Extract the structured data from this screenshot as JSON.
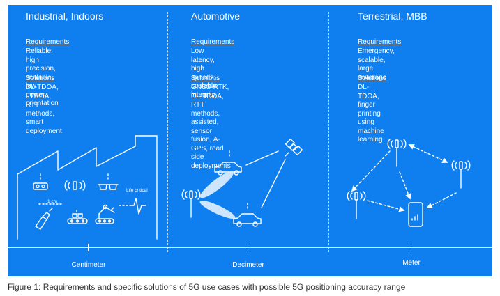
{
  "columns": [
    {
      "title": "Industrial, Indoors",
      "req_label": "Requirements",
      "req_text": "Reliable, high precision, scalable,\nlow power, orientation",
      "sol_label": "Solutions",
      "sol_text": "DL-TDOA, uTDOA, RTT methods,\nsmart deployment"
    },
    {
      "title": "Automotive",
      "req_label": "Requirements",
      "req_text": "Low latency, high speeds, scalable,\nintegrity",
      "sol_label": "Solutions",
      "sol_text": "GNSS-RTK, DL-TDOA, RTT methods,\nassisted, sensor fusion, A-GPS, road\nside deployments"
    },
    {
      "title": "Terrestrial, MBB",
      "req_label": "Requirements",
      "req_text": "Emergency, scalable, large\ncoverage",
      "sol_label": "Solutions",
      "sol_text": "DL-TDOA, finger printing using\nmachine learning"
    }
  ],
  "factory": {
    "scale_label": "1 cm",
    "life_critical_label": "Life critical"
  },
  "axis": {
    "labels": [
      "Centimeter",
      "Decimeter",
      "Meter"
    ]
  },
  "caption": "Figure 1: Requirements and specific solutions of 5G use cases with possible 5G positioning accuracy range",
  "colors": {
    "panel": "#0f7ff0",
    "foreground": "#ffffff",
    "caption": "#333333"
  }
}
